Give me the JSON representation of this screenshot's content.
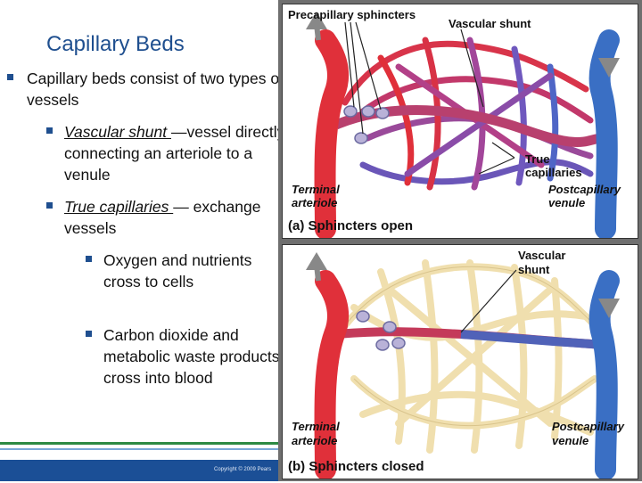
{
  "slide": {
    "title": "Capillary Beds",
    "bullet_main": "Capillary beds consist of two types of vessels",
    "shunt_term": "Vascular shunt ",
    "shunt_def": "—vessel directly connecting an arteriole to a venule",
    "true_term": "True capillaries ",
    "true_def": "— exchange vessels",
    "sub1": "Oxygen and nutrients cross to cells",
    "sub2": "Carbon dioxide and metabolic waste products cross into blood",
    "copyright": "Copyright © 2009 Pears"
  },
  "figure": {
    "top": {
      "label_precap": "Precapillary sphincters",
      "label_shunt": "Vascular shunt",
      "label_true": "True capillaries",
      "label_terminal": "Terminal arteriole",
      "label_post": "Postcapillary venule",
      "caption": "(a) Sphincters open"
    },
    "bottom": {
      "label_shunt": "Vascular shunt",
      "label_terminal": "Terminal arteriole",
      "label_post": "Postcapillary venule",
      "caption": "(b) Sphincters closed"
    }
  },
  "colors": {
    "artery": "#e0303a",
    "vein": "#3a6fc4",
    "closed": "#f3e4b8",
    "title": "#1f4f8f"
  }
}
